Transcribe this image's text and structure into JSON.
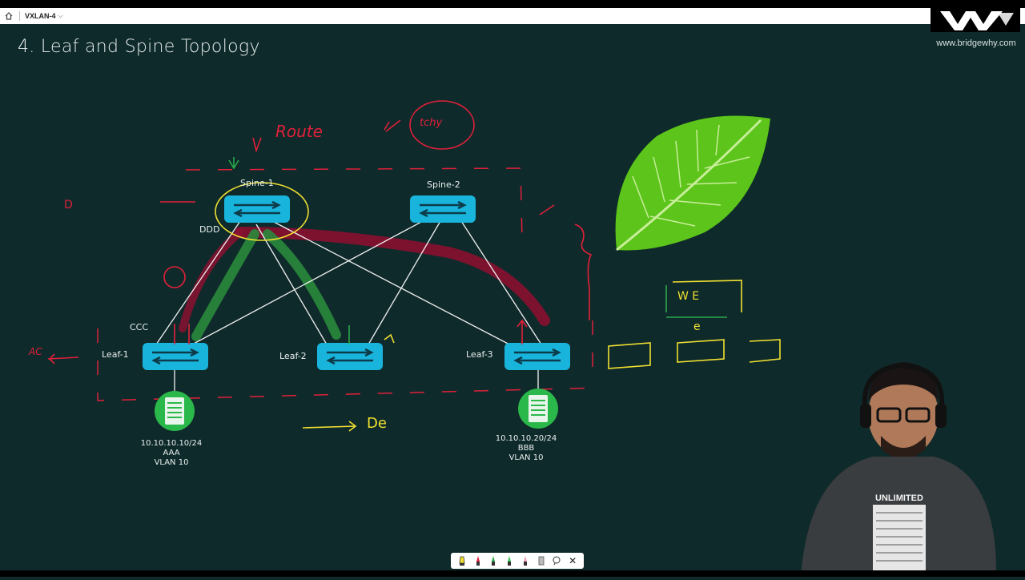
{
  "tab": {
    "title": "VXLAN-4"
  },
  "brand": {
    "url": "www.bridgewhy.com"
  },
  "slide": {
    "title": "4. Leaf and Spine Topology"
  },
  "nodes": {
    "spine1": "Spine-1",
    "spine2": "Spine-2",
    "leaf1": "Leaf-1",
    "leaf2": "Leaf-2",
    "leaf3": "Leaf-3"
  },
  "hosts": {
    "host1": {
      "ip": "10.10.10.10/24",
      "name": "AAA",
      "vlan": "VLAN 10"
    },
    "host2": {
      "ip": "10.10.10.20/24",
      "name": "BBB",
      "vlan": "VLAN 10"
    }
  },
  "annotations": {
    "ddd": "DDD",
    "ccc": "CCC",
    "route": "Route",
    "de": "De",
    "d": "D",
    "mac": "AC",
    "top": "tchy",
    "we": "W  E",
    "e": "e"
  },
  "shirt": {
    "text": "UNLIMITED"
  },
  "colors": {
    "background": "#0f2a2b",
    "switch": "#18b4dc",
    "ink_red": "#e0203a",
    "ink_green": "#2aa84a",
    "ink_yellow": "#f0e030",
    "leaf_green": "#5cc41a"
  }
}
